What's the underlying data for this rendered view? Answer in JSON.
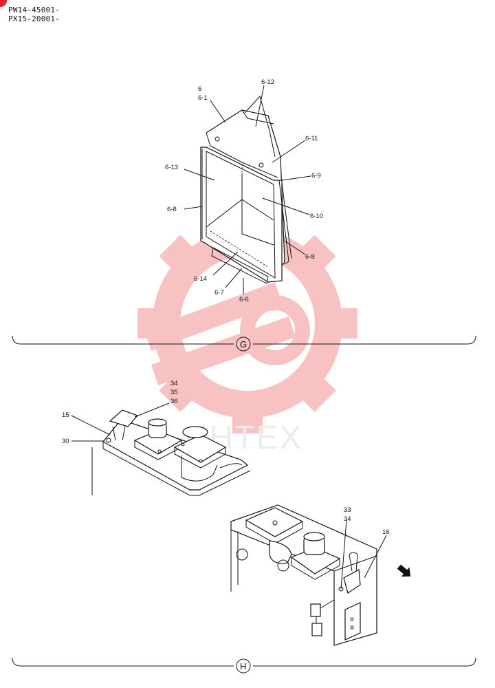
{
  "serials": [
    "PW14-45001-",
    "PX15-20001-"
  ],
  "watermark": {
    "text": "ИНТЕХ",
    "color": "#f27a7a"
  },
  "sections": [
    {
      "letter": "G",
      "callouts": [
        "6",
        "6-1",
        "6-12",
        "6-11",
        "6-9",
        "6-13",
        "6-8",
        "6-10",
        "6-8",
        "6-14",
        "6-7",
        "6-6"
      ]
    },
    {
      "letter": "H",
      "callouts": [
        "34",
        "35",
        "36",
        "15",
        "30",
        "33",
        "34",
        "16"
      ]
    }
  ],
  "icons": {
    "corner": "corner-dot-icon",
    "arrow": "direction-arrow-icon"
  },
  "colors": {
    "accent": "#e3262c",
    "line": "#111111"
  }
}
